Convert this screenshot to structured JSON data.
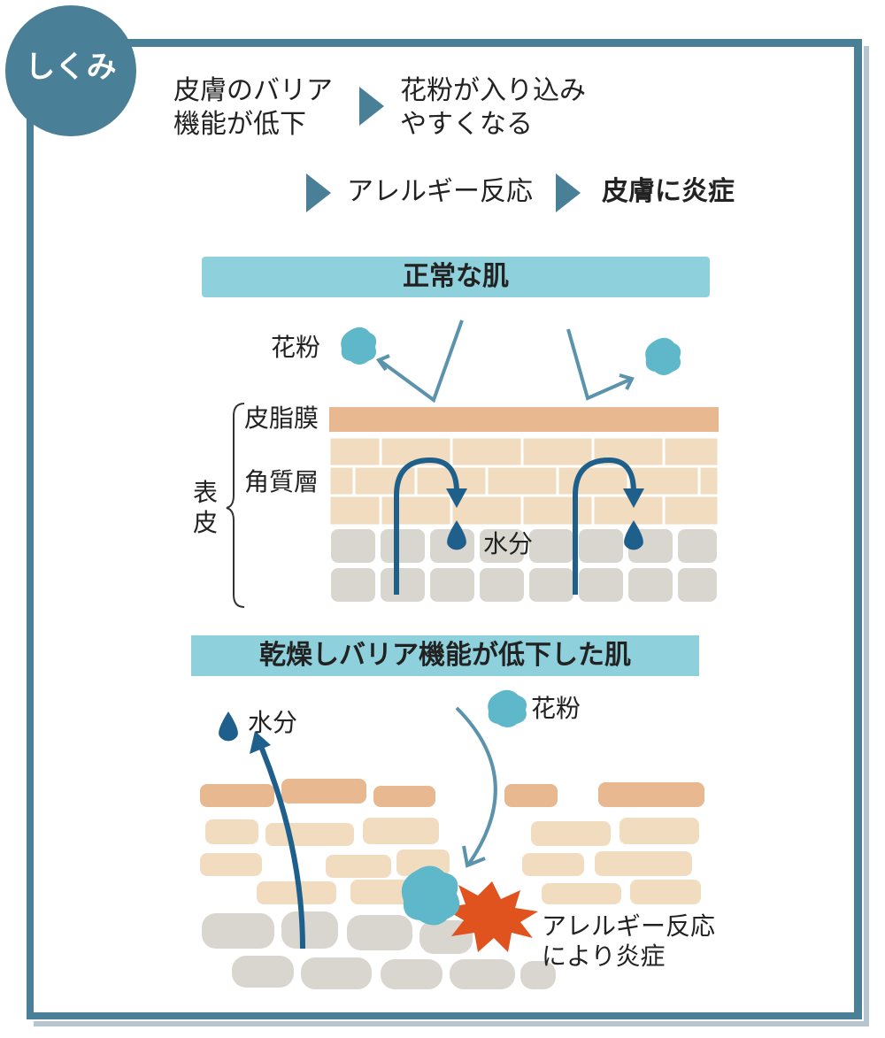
{
  "badge": "しくみ",
  "flow": {
    "step1": "皮膚のバリア\n機能が低下",
    "step2": "花粉が入り込み\nやすくなる",
    "step3": "アレルギー反応",
    "step4": "皮膚に炎症"
  },
  "normal_panel": {
    "title": "正常な肌",
    "pollen": "花粉",
    "sebum": "皮脂膜",
    "stratum": "角質層",
    "epidermis": "表\n皮",
    "water": "水分"
  },
  "dry_panel": {
    "title": "乾燥しバリア機能が低下した肌",
    "water": "水分",
    "pollen": "花粉",
    "reaction": "アレルギー反応\nにより炎症"
  },
  "colors": {
    "frame": "#4a7f98",
    "title_band": "#8ed1dc",
    "sebum": "#e8b990",
    "stratum": "#f1dcc0",
    "basal": "#d9d6cf",
    "pollen": "#5fb8c9",
    "water": "#1f5f8b",
    "inflammation": "#e0531f"
  }
}
